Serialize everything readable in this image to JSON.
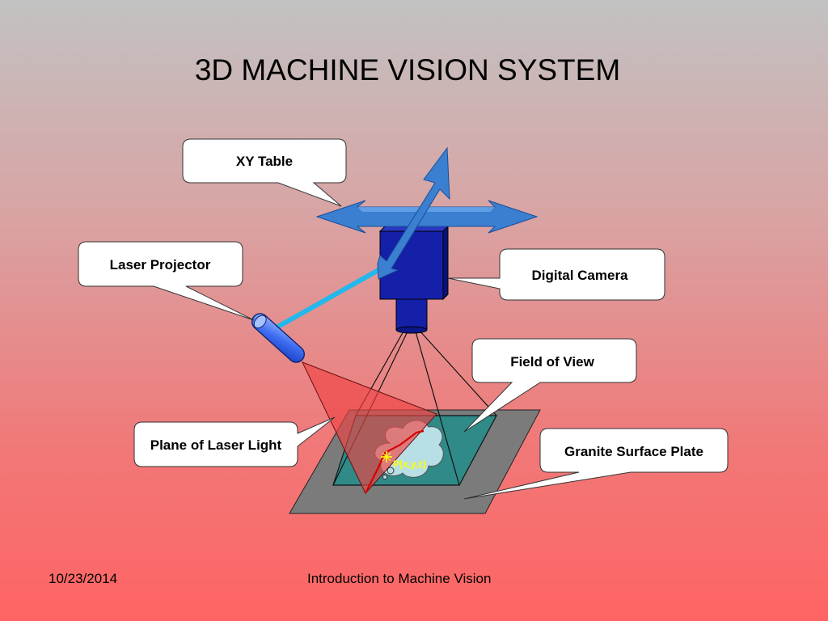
{
  "slide": {
    "title": "3D MACHINE VISION SYSTEM"
  },
  "labels": {
    "xy_table": "XY Table",
    "laser_projector": "Laser Projector",
    "digital_camera": "Digital Camera",
    "field_of_view": "Field of View",
    "plane_of_laser_light": "Plane of Laser Light",
    "granite_surface_plate": "Granite Surface Plate",
    "point": "P(x,y,z)"
  },
  "footer": {
    "date": "10/23/2014",
    "center": "Introduction to Machine Vision"
  },
  "colors": {
    "background_top": "#c2c2c2",
    "background_bottom": "#ff6464",
    "arrow_blue": "#3a7fd0",
    "camera_navy": "#1420a8",
    "laser_beam": "#22b8ec",
    "laser_plane": "#f04444",
    "plate_gray": "#7b7b7b",
    "field_teal": "#2f8a88",
    "object_light_blue": "#b9dfe6",
    "point_label_yellow": "#ffff00",
    "callout_fill": "#ffffff"
  },
  "icons": {
    "xy_table": "double-headed-arrows",
    "camera": "camera-body",
    "laser": "laser-cylinder"
  }
}
